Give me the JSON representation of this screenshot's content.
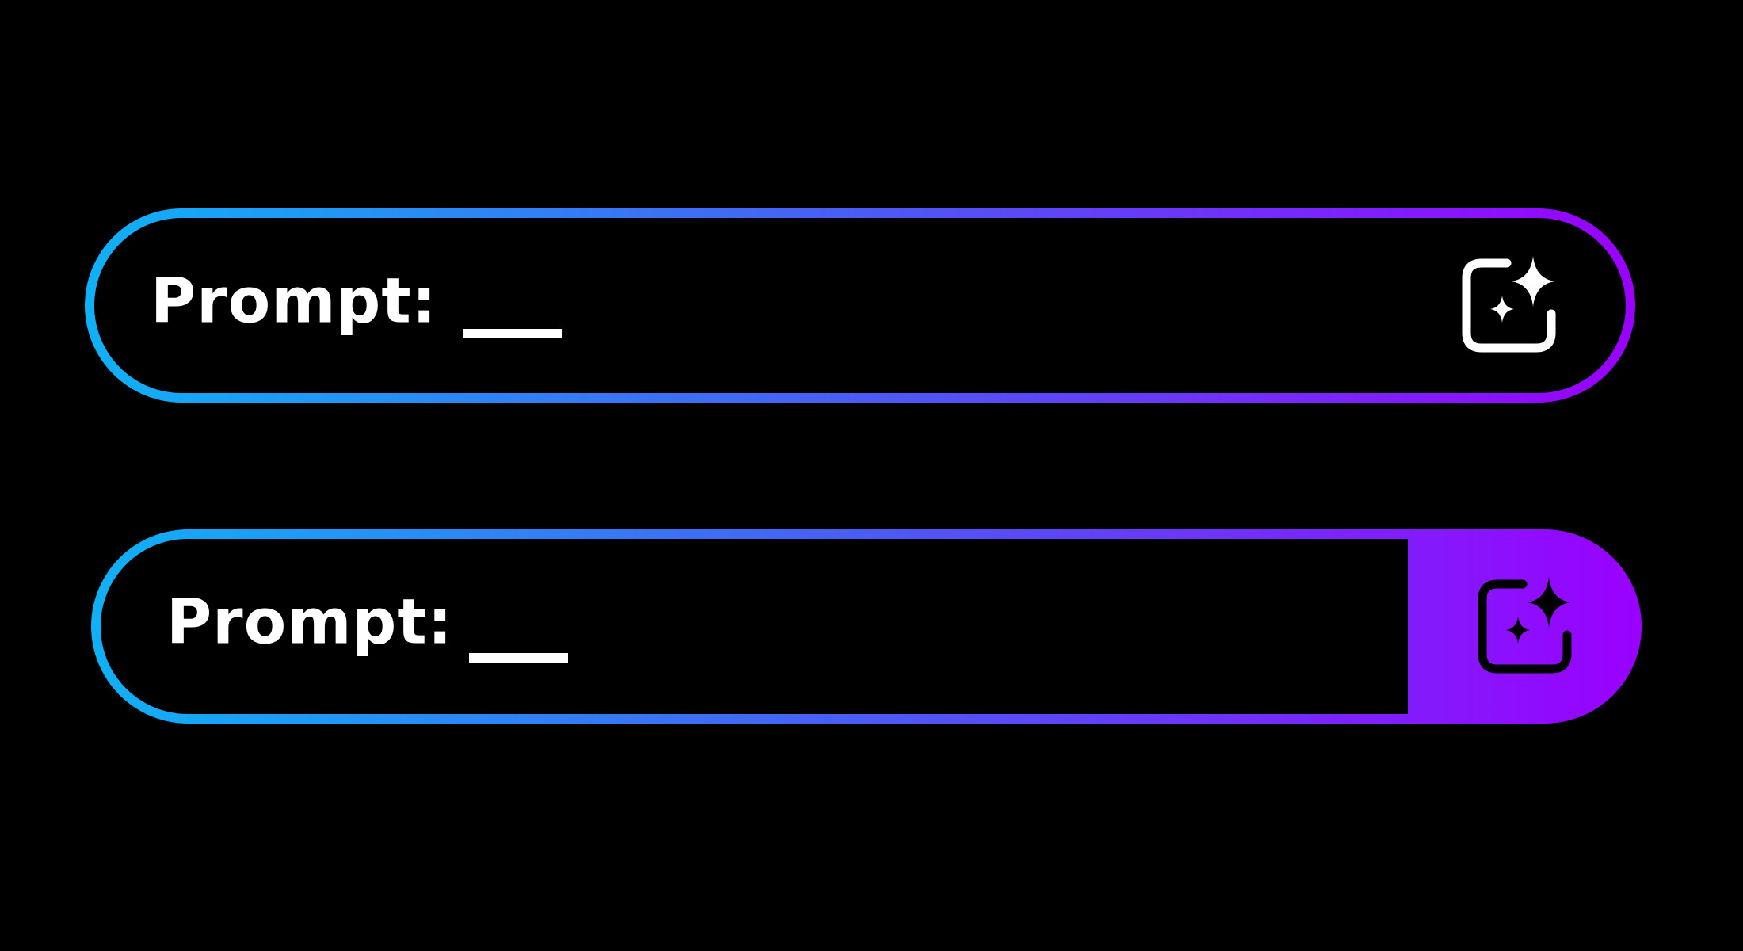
{
  "colors": {
    "background": "#000000",
    "gradient_start": "#0fb1f6",
    "gradient_mid": "#4a5cf4",
    "gradient_end": "#9a00ff",
    "text": "#ffffff"
  },
  "prompt_bars": [
    {
      "variant": "outlined-icon",
      "label": "Prompt:",
      "input_value": "",
      "button_icon": "ai-sparkle-frame-icon"
    },
    {
      "variant": "filled-button",
      "label": "Prompt:",
      "input_value": "",
      "button_icon": "ai-sparkle-frame-icon"
    }
  ]
}
